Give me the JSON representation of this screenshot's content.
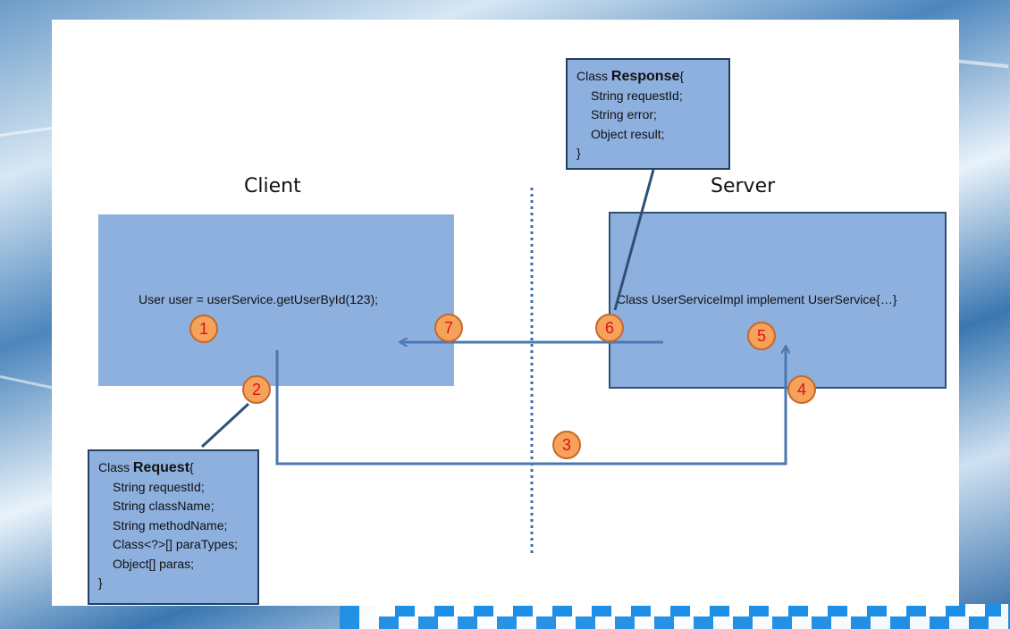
{
  "sections": {
    "client": "Client",
    "server": "Server"
  },
  "client_box": {
    "call_text": "User user = userService.getUserById(123);"
  },
  "server_box": {
    "impl_text": "Class UserServiceImpl implement UserService{…}"
  },
  "request_class": {
    "prefix": "Class ",
    "name": "Request",
    "brace_open": "{",
    "fields": [
      "String requestId;",
      "String className;",
      "String methodName;",
      "Class<?>[]  paraTypes;",
      "Object[]  paras;"
    ],
    "brace_close": "}"
  },
  "response_class": {
    "prefix": "Class ",
    "name": "Response",
    "brace_open": "{",
    "fields": [
      "String requestId;",
      "String error;",
      "Object result;"
    ],
    "brace_close": "}"
  },
  "steps": [
    "1",
    "2",
    "3",
    "4",
    "5",
    "6",
    "7"
  ],
  "colors": {
    "box_fill": "#8db0df",
    "connector": "#4a78b3",
    "step_fill": "#f5a25a",
    "step_text": "#e0101a"
  }
}
